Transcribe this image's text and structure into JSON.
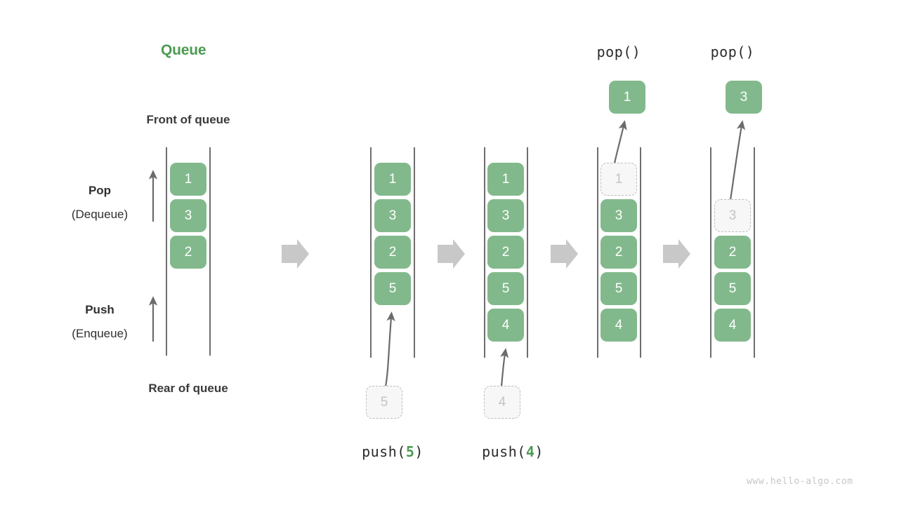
{
  "page": {
    "title": "Queue",
    "watermark": "www.hello-algo.com",
    "background": "#ffffff",
    "accent_green": "#4c9a51",
    "cell_green": "#82b98c",
    "ghost_fill": "#f7f7f7",
    "ghost_border": "#bdbdbd",
    "arrow_gray": "#c8c8c8",
    "rail_color": "#4a4a4a",
    "text_dark": "#2f2f2f"
  },
  "annotations": {
    "front_of_queue": "Front of queue",
    "rear_of_queue": "Rear of queue",
    "pop_label": "Pop",
    "pop_sub": "(Dequeue)",
    "push_label": "Push",
    "push_sub": "(Enqueue)"
  },
  "steps": [
    {
      "id": "initial",
      "caption": "",
      "caption_arg": "",
      "cells": [
        "1",
        "3",
        "2"
      ],
      "ghost_index": -1,
      "incoming": "",
      "popped": ""
    },
    {
      "id": "push-5",
      "caption_prefix": "push(",
      "caption_arg": "5",
      "caption_suffix": ")",
      "cells": [
        "1",
        "3",
        "2",
        "5"
      ],
      "ghost_index": -1,
      "incoming": "5",
      "popped": ""
    },
    {
      "id": "push-4",
      "caption_prefix": "push(",
      "caption_arg": "4",
      "caption_suffix": ")",
      "cells": [
        "1",
        "3",
        "2",
        "5",
        "4"
      ],
      "ghost_index": -1,
      "incoming": "4",
      "popped": ""
    },
    {
      "id": "pop-1",
      "caption_top": "pop()",
      "cells": [
        "1",
        "3",
        "2",
        "5",
        "4"
      ],
      "ghost_index": 0,
      "incoming": "",
      "popped": "1"
    },
    {
      "id": "pop-3",
      "caption_top": "pop()",
      "cells": [
        "3",
        "2",
        "5",
        "4"
      ],
      "ghost_index": 0,
      "incoming": "",
      "popped": "3"
    }
  ],
  "transition_arrows": 4
}
